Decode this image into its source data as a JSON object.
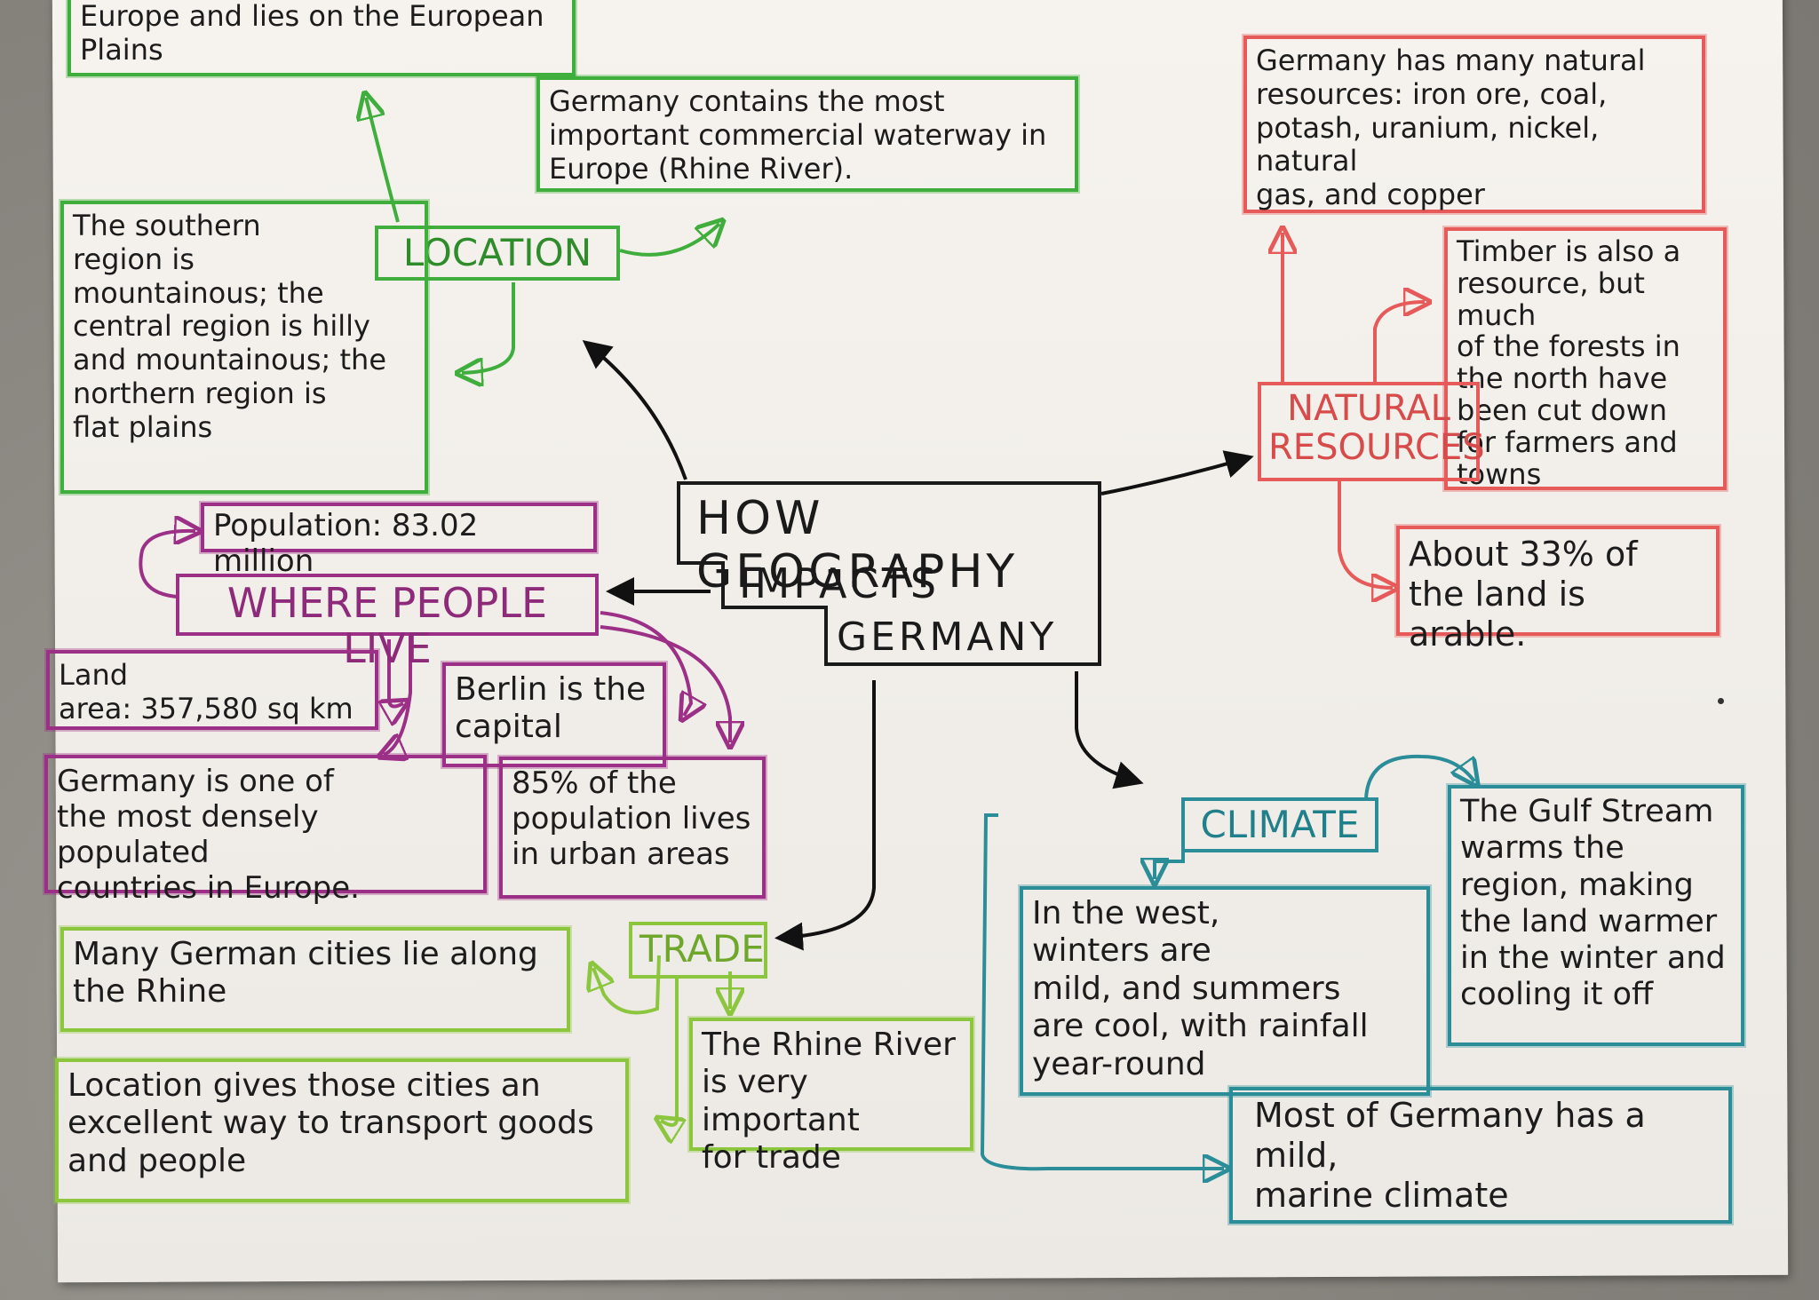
{
  "title": {
    "line1": "HOW GEOGRAPHY",
    "line2": "IMPACTS",
    "line3": "GERMANY"
  },
  "location": {
    "label": "LOCATION",
    "notes": {
      "europe_plains": "Europe and lies on the European\nPlains",
      "waterway": "Germany contains the most\nimportant commercial waterway in\nEurope (Rhine River).",
      "regions": "The southern\nregion is\nmountainous; the\ncentral region is hilly\nand mountainous; the\nnorthern region is\nflat plains"
    }
  },
  "where_people_live": {
    "label": "WHERE PEOPLE LIVE",
    "notes": {
      "population": "Population: 83.02 million",
      "land_area": "Land\narea: 357,580 sq km",
      "capital": "Berlin is the\ncapital",
      "density": "Germany is one of\nthe most densely populated\ncountries in Europe.",
      "urban": "85% of the\npopulation lives\nin urban areas"
    }
  },
  "trade": {
    "label": "TRADE",
    "notes": {
      "cities": "Many German cities lie along\nthe Rhine",
      "transport": "Location gives those cities an\nexcellent way to transport goods\nand people",
      "rhine": "The Rhine River\nis very important\nfor trade"
    }
  },
  "natural_resources": {
    "label": "NATURAL\nRESOURCES",
    "notes": {
      "resources": "Germany has many natural\nresources: iron ore, coal,\npotash, uranium, nickel, natural\ngas, and copper",
      "timber": "Timber is also a\nresource, but much\nof the forests in\nthe north have\nbeen cut down\nfor farmers and\ntowns",
      "arable": "About 33% of\nthe land is arable."
    }
  },
  "climate": {
    "label": "CLIMATE",
    "notes": {
      "west": "In the west,\nwinters are\nmild, and summers\nare cool, with rainfall\nyear-round",
      "gulf": "The Gulf Stream\nwarms the\nregion, making\nthe land warmer\nin the winter and\ncooling it off",
      "marine": "Most of Germany has a mild,\nmarine climate"
    }
  },
  "colors": {
    "location": "#3fae3c",
    "where_people_live": "#9c2f86",
    "trade": "#8cc63f",
    "natural_resources": "#e65a5a",
    "climate": "#2b8d98",
    "center": "#1a1a1a"
  }
}
